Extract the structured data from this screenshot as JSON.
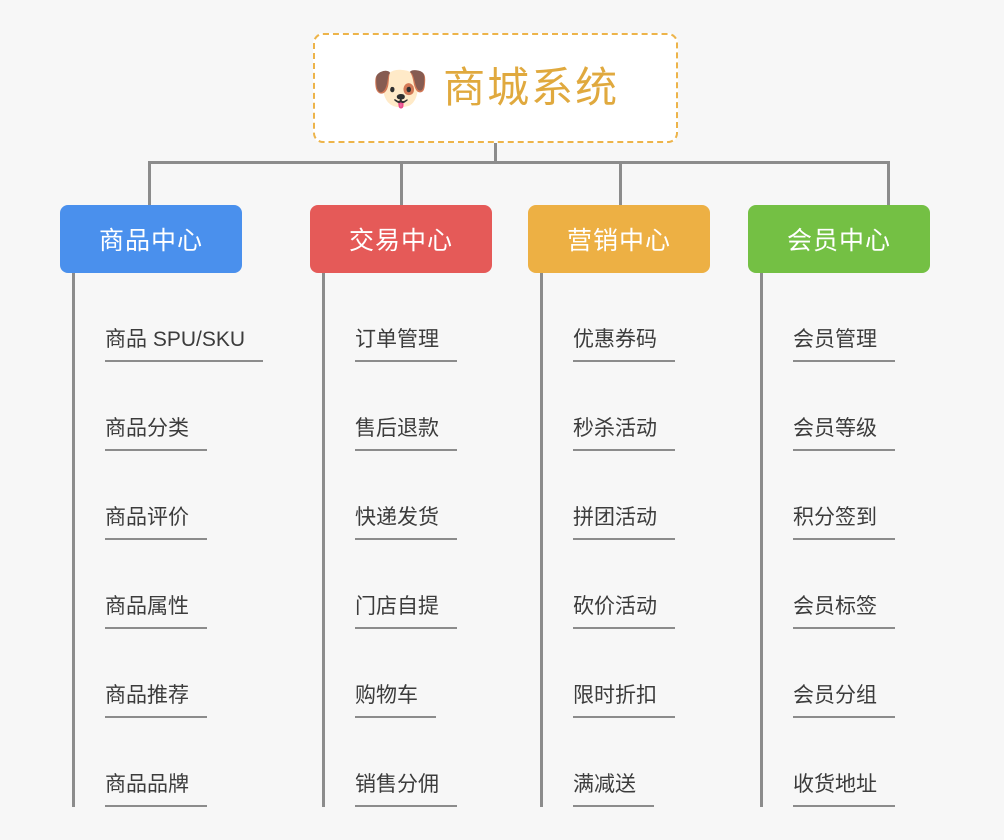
{
  "page": {
    "background_color": "#f7f7f7",
    "connector_color": "#8c8c8c",
    "leaf_text_color": "#3c3c3c"
  },
  "root": {
    "icon": "dog-face-emoji",
    "icon_glyph": "🐶",
    "title": "商城系统",
    "title_color": "#e0a93e",
    "border_color": "#edb44a",
    "border_style": "dashed"
  },
  "columns": [
    {
      "id": "product-center",
      "title": "商品中心",
      "color": "#4a90ed",
      "items": [
        "商品 SPU/SKU",
        "商品分类",
        "商品评价",
        "商品属性",
        "商品推荐",
        "商品品牌"
      ]
    },
    {
      "id": "trade-center",
      "title": "交易中心",
      "color": "#e55a58",
      "items": [
        "订单管理",
        "售后退款",
        "快递发货",
        "门店自提",
        "购物车",
        "销售分佣"
      ]
    },
    {
      "id": "marketing-center",
      "title": "营销中心",
      "color": "#edb044",
      "items": [
        "优惠券码",
        "秒杀活动",
        "拼团活动",
        "砍价活动",
        "限时折扣",
        "满减送"
      ]
    },
    {
      "id": "member-center",
      "title": "会员中心",
      "color": "#74c044",
      "items": [
        "会员管理",
        "会员等级",
        "积分签到",
        "会员标签",
        "会员分组",
        "收货地址"
      ]
    }
  ]
}
